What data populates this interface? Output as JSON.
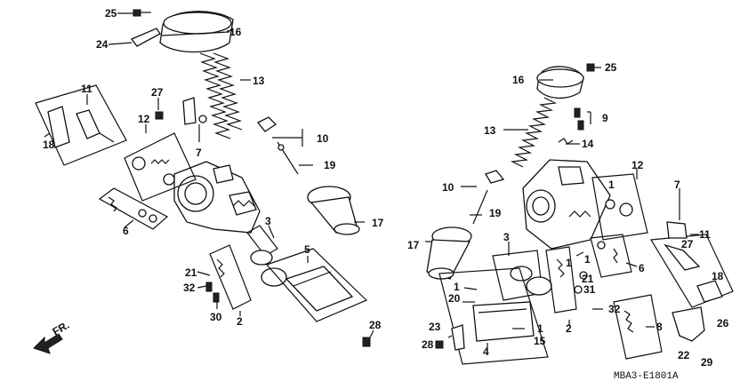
{
  "diagram": {
    "labels": {
      "left_25": "25",
      "left_24": "24",
      "left_16": "16",
      "left_13": "13",
      "left_11": "11",
      "left_18": "18",
      "left_27": "27",
      "left_12": "12",
      "left_7": "7",
      "left_10": "10",
      "left_19": "19",
      "left_6": "6",
      "left_17": "17",
      "left_3": "3",
      "left_5": "5",
      "left_21": "21",
      "left_32": "32",
      "left_30": "30",
      "left_2": "2",
      "left_28": "28",
      "right_16": "16",
      "right_25": "25",
      "right_9": "9",
      "right_13": "13",
      "right_14": "14",
      "right_12": "12",
      "right_10": "10",
      "right_1a": "1",
      "right_7": "7",
      "right_19": "19",
      "right_27": "27",
      "right_11": "11",
      "right_17": "17",
      "right_3": "3",
      "right_1b": "1",
      "right_6": "6",
      "right_18": "18",
      "right_1c": "1",
      "right_21": "21",
      "right_31": "31",
      "right_1d": "1",
      "right_20": "20",
      "right_2": "2",
      "right_32": "32",
      "right_26": "26",
      "right_8": "8",
      "right_23": "23",
      "right_1e": "1",
      "right_15": "15",
      "right_28": "28",
      "right_4": "4",
      "right_22": "22",
      "right_29": "29"
    },
    "front_indicator": "FR.",
    "diagram_code": "MBA3-E1801A"
  }
}
